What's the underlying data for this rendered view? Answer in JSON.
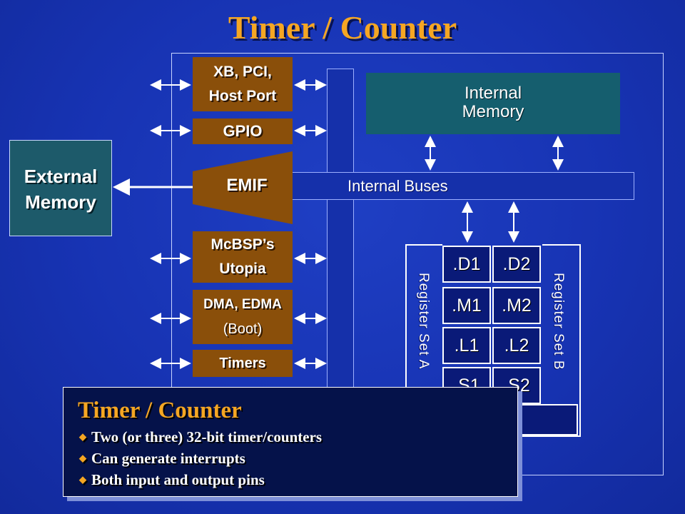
{
  "title": "Timer / Counter",
  "peripherals": {
    "xb_line1": "XB, PCI,",
    "xb_line2": "Host Port",
    "gpio": "GPIO",
    "emif": "EMIF",
    "mcbsp_line1": "McBSP’s",
    "mcbsp_line2": "Utopia",
    "dma_line1": "DMA, EDMA",
    "dma_line2": "(Boot)",
    "timers": "Timers"
  },
  "external_memory": {
    "line1": "External",
    "line2": "Memory"
  },
  "internal_memory": {
    "line1": "Internal",
    "line2": "Memory"
  },
  "internal_buses": "Internal Buses",
  "register_sets": {
    "a": "Register Set A",
    "b": "Register Set B"
  },
  "units": [
    [
      ".D1",
      ".D2"
    ],
    [
      ".M1",
      ".M2"
    ],
    [
      ".L1",
      ".L2"
    ],
    [
      ".S1",
      ".S2"
    ]
  ],
  "callout": {
    "title": "Timer / Counter",
    "bullets": [
      "Two (or three) 32-bit timer/counters",
      "Can generate interrupts",
      "Both input and output pins"
    ]
  },
  "colors": {
    "background": "#1733b3",
    "title": "#f5a623",
    "peripheral": "#8a4f0a",
    "memory": "#155e6e",
    "unit": "#0a1a78",
    "callout": "#05124a"
  }
}
